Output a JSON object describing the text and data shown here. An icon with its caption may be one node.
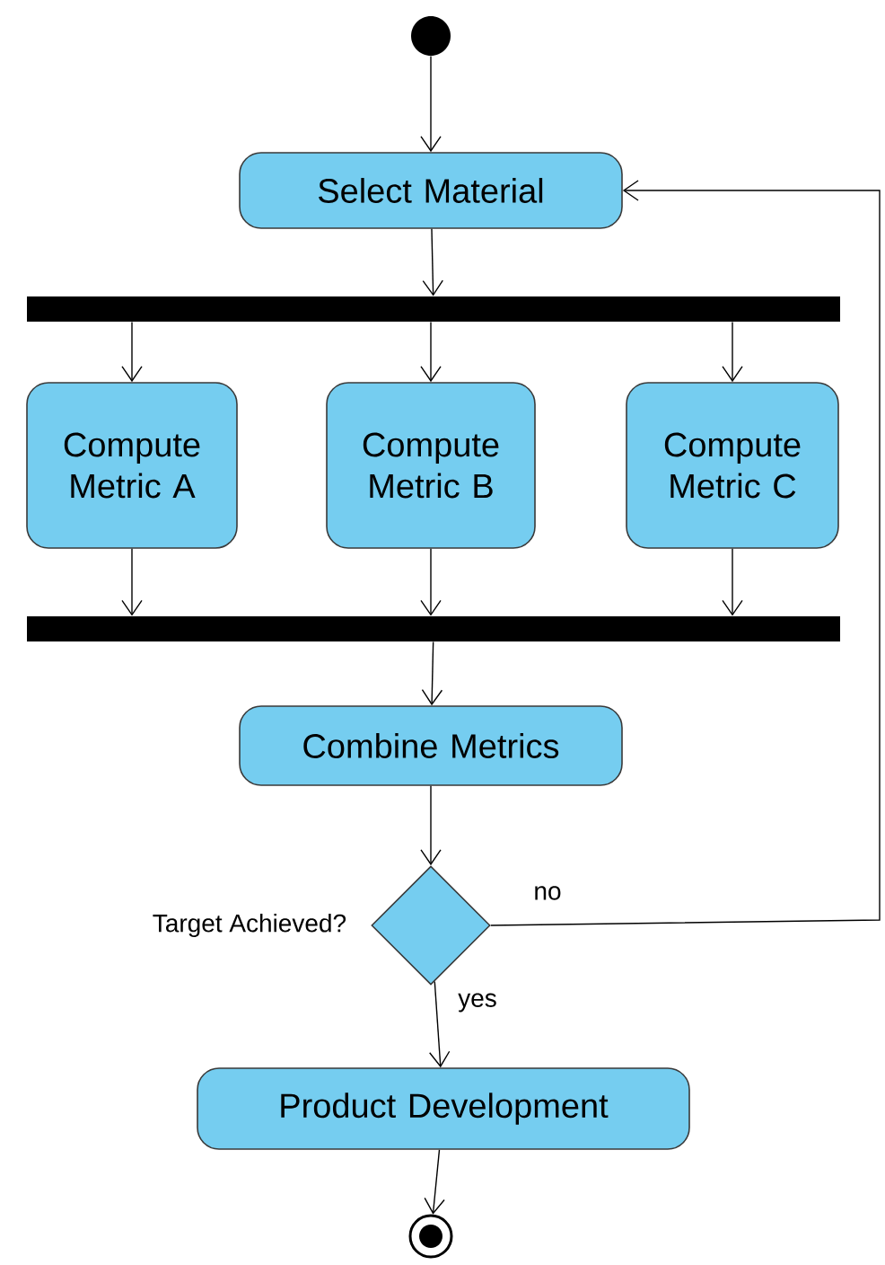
{
  "diagram": {
    "nodes": [
      {
        "text": [],
        "shape": "circle"
      },
      {
        "text": [
          "Select Material"
        ]
      },
      {
        "text": [],
        "shape": "bar"
      },
      {
        "text": [
          "Compute Metric A"
        ]
      },
      {
        "text": [
          "Compute Metric B"
        ]
      },
      {
        "text": [
          "Compute Metric C"
        ]
      },
      {
        "text": [],
        "shape": "bar"
      },
      {
        "text": [
          "Combine Metrics"
        ]
      },
      {
        "text": [],
        "shape": "diamond",
        "beside": [
          "Target Achieved?"
        ]
      },
      {
        "text": [
          "Product Development"
        ]
      },
      {
        "text": [],
        "shape": "circle"
      }
    ],
    "edges": [
      {
        "from": 0,
        "to": 1,
        "arrow": "to"
      },
      {
        "from": 1,
        "to": 2,
        "arrow": "to"
      },
      {
        "from": 2,
        "to": 3,
        "arrow": "to"
      },
      {
        "from": 2,
        "to": 4,
        "arrow": "to"
      },
      {
        "from": 2,
        "to": 5,
        "arrow": "to"
      },
      {
        "from": 3,
        "to": 6,
        "arrow": "to"
      },
      {
        "from": 4,
        "to": 6,
        "arrow": "to"
      },
      {
        "from": 5,
        "to": 6,
        "arrow": "to"
      },
      {
        "from": 6,
        "to": 7,
        "arrow": "to"
      },
      {
        "from": 7,
        "to": 8,
        "arrow": "to"
      },
      {
        "from": 8,
        "to": 1,
        "arrow": "to",
        "label": "no"
      },
      {
        "from": 8,
        "to": 9,
        "arrow": "to",
        "label": "yes"
      },
      {
        "from": 9,
        "to": 10,
        "arrow": "to"
      }
    ]
  }
}
